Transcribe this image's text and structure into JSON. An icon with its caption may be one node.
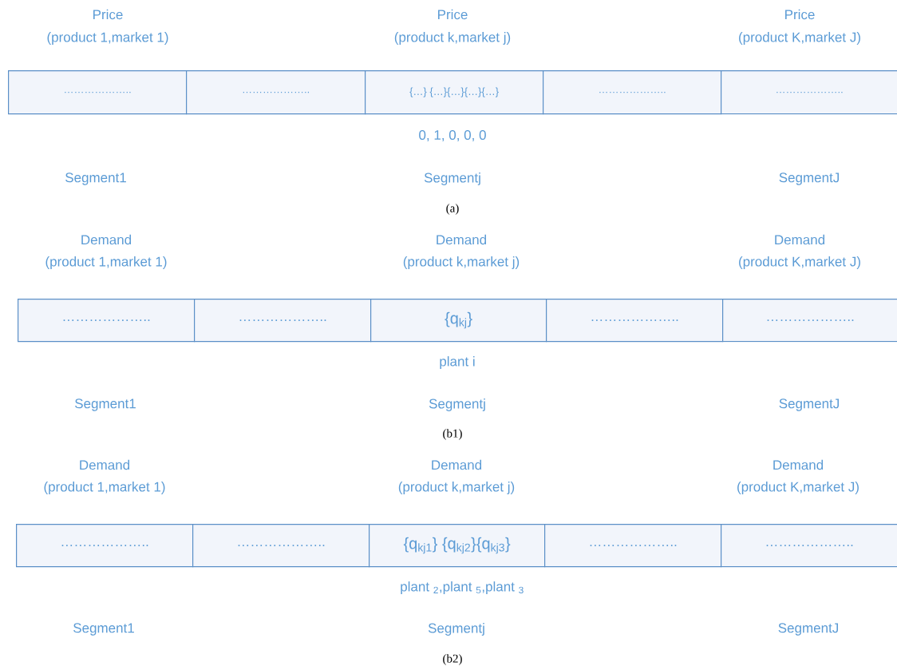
{
  "diagram": {
    "nodes": [
      {
        "text": [
          "……………….."
        ]
      },
      {
        "text": [
          "……………….."
        ]
      },
      {
        "text": [
          "{…} {…}{…}{…}{…}"
        ]
      },
      {
        "text": [
          "……………….."
        ]
      },
      {
        "text": [
          "……………….."
        ]
      },
      {
        "text": [
          "……………….."
        ]
      },
      {
        "text": [
          "……………….."
        ]
      },
      {
        "text": [
          "{q$_{kj}$}"
        ]
      },
      {
        "text": [
          "……………….."
        ]
      },
      {
        "text": [
          "……………….."
        ]
      },
      {
        "text": [
          "……………….."
        ]
      },
      {
        "text": [
          "……………….."
        ]
      },
      {
        "text": [
          "{q$_{kj1}$} {q$_{kj2}$}{q$_{kj3}$}"
        ]
      },
      {
        "text": [
          "……………….."
        ]
      },
      {
        "text": [
          "……………….."
        ]
      }
    ],
    "labels": [
      "Price",
      "Price",
      "Price",
      "(product 1,market 1)",
      "(product k,market j)",
      "(product K,market J)",
      "0,   1,   0,   0,   0",
      "Segment1",
      "Segmentj",
      "SegmentJ",
      "(a)",
      "Demand",
      "Demand",
      "Demand",
      "(product 1,market 1)",
      "(product k,market j)",
      "(product K,market J)",
      "plant i",
      "Segment1",
      "Segmentj",
      "SegmentJ",
      "(b1)",
      "Demand",
      "Demand",
      "Demand",
      "(product 1,market 1)",
      "(product k,market j)",
      "(product K,market J)",
      "plant $_{2}$,plant $_{5}$,plant $_{3}$",
      "Segment1",
      "Segmentj",
      "SegmentJ",
      "(b2)"
    ]
  }
}
